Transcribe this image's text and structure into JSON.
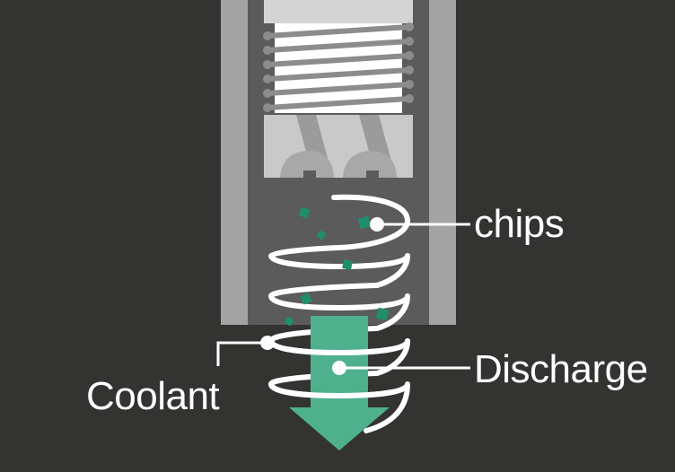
{
  "labels": {
    "chips": "chips",
    "discharge": "Discharge",
    "coolant": "Coolant"
  },
  "colors": {
    "background": "#333331",
    "tube_wall": "#a3a3a3",
    "bore": "#5a5a5a",
    "coolant_arrow": "#4fb08d",
    "chip": "#1e8e6c",
    "spiral": "#ffffff",
    "leader": "#ffffff"
  },
  "icons": {
    "spiral": "coolant-spiral-icon",
    "arrow": "discharge-arrow-icon",
    "chip": "chip-particle-icon"
  }
}
